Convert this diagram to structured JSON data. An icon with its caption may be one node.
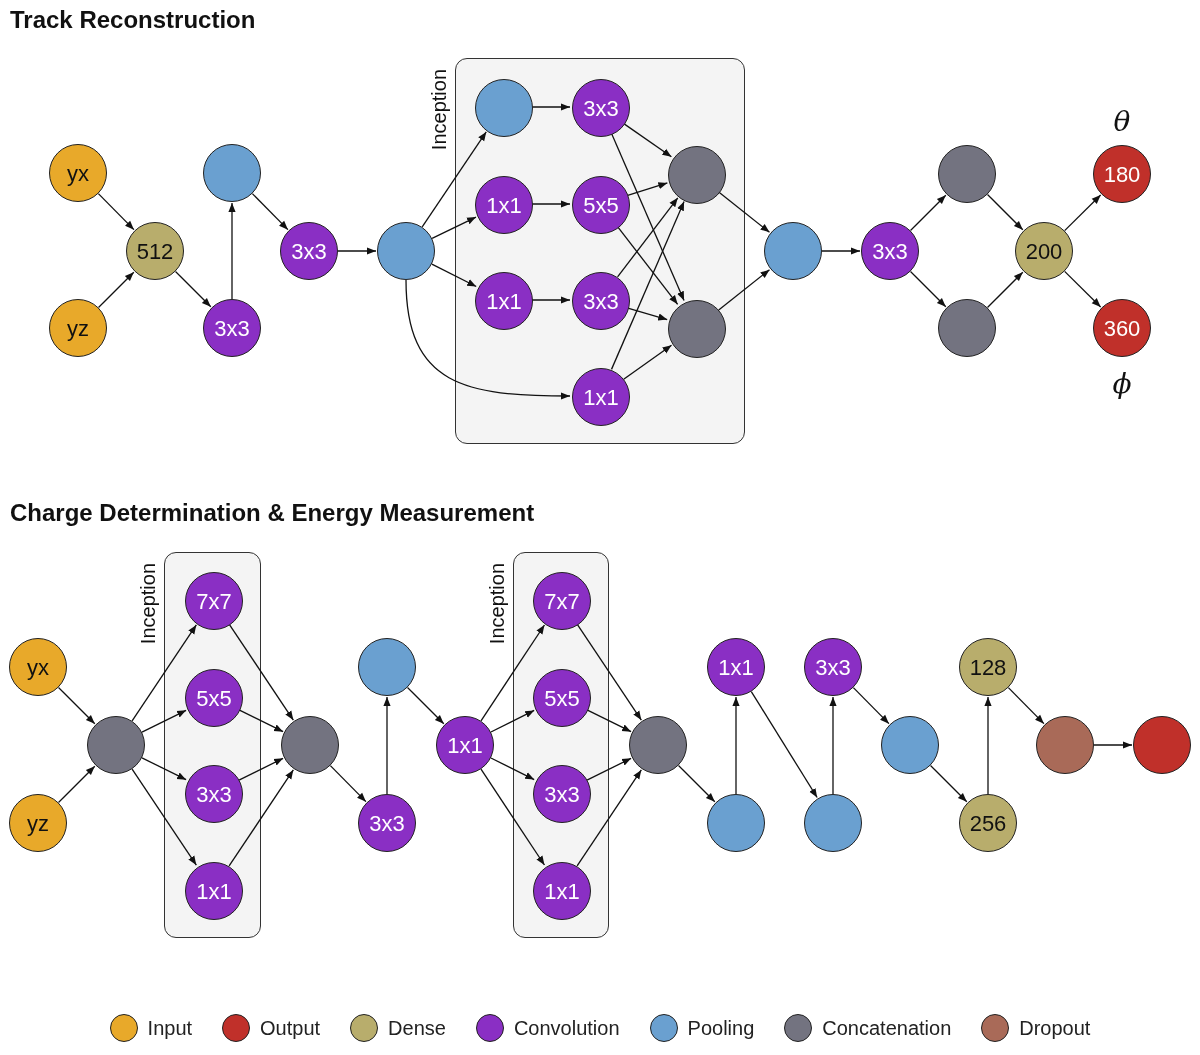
{
  "diagram": {
    "nodes": [
      {
        "text": [
          "yx"
        ]
      },
      {
        "text": [
          "yz"
        ]
      },
      {
        "text": [
          "512"
        ]
      },
      {
        "text": [],
        "shape": "circle"
      },
      {
        "text": [
          "3x3"
        ]
      },
      {
        "text": [
          "3x3"
        ]
      },
      {
        "text": [],
        "shape": "circle"
      },
      {
        "text": [
          "Inception"
        ]
      },
      {
        "text": [],
        "shape": "circle",
        "in": 7
      },
      {
        "text": [
          "3x3"
        ],
        "in": 7
      },
      {
        "text": [
          "1x1"
        ],
        "in": 7
      },
      {
        "text": [
          "5x5"
        ],
        "in": 7
      },
      {
        "text": [
          "1x1"
        ],
        "in": 7
      },
      {
        "text": [
          "3x3"
        ],
        "in": 7
      },
      {
        "text": [
          "1x1"
        ],
        "in": 7
      },
      {
        "text": [],
        "shape": "circle",
        "in": 7
      },
      {
        "text": [],
        "shape": "circle",
        "in": 7
      },
      {
        "text": [],
        "shape": "circle"
      },
      {
        "text": [
          "3x3"
        ]
      },
      {
        "text": [],
        "shape": "circle"
      },
      {
        "text": [],
        "shape": "circle"
      },
      {
        "text": [
          "200"
        ]
      },
      {
        "text": [
          "180"
        ],
        "beside": [
          "θ"
        ]
      },
      {
        "text": [
          "360"
        ],
        "beside": [
          "ϕ"
        ]
      },
      {
        "text": [
          "yx"
        ]
      },
      {
        "text": [
          "yz"
        ]
      },
      {
        "text": [],
        "shape": "circle"
      },
      {
        "text": [
          "Inception"
        ]
      },
      {
        "text": [
          "7x7"
        ],
        "in": 27
      },
      {
        "text": [
          "5x5"
        ],
        "in": 27
      },
      {
        "text": [
          "3x3"
        ],
        "in": 27
      },
      {
        "text": [
          "1x1"
        ],
        "in": 27
      },
      {
        "text": [],
        "shape": "circle"
      },
      {
        "text": [],
        "shape": "circle"
      },
      {
        "text": [
          "3x3"
        ]
      },
      {
        "text": [
          "1x1"
        ]
      },
      {
        "text": [
          "Inception"
        ]
      },
      {
        "text": [
          "7x7"
        ],
        "in": 36
      },
      {
        "text": [
          "5x5"
        ],
        "in": 36
      },
      {
        "text": [
          "3x3"
        ],
        "in": 36
      },
      {
        "text": [
          "1x1"
        ],
        "in": 36
      },
      {
        "text": [],
        "shape": "circle"
      },
      {
        "text": [],
        "shape": "circle"
      },
      {
        "text": [
          "1x1"
        ]
      },
      {
        "text": [],
        "shape": "circle"
      },
      {
        "text": [
          "3x3"
        ]
      },
      {
        "text": [],
        "shape": "circle"
      },
      {
        "text": [
          "256"
        ]
      },
      {
        "text": [
          "128"
        ]
      },
      {
        "text": [],
        "shape": "circle"
      },
      {
        "text": [],
        "shape": "circle"
      }
    ],
    "edges": [
      {
        "from": 0,
        "to": 2,
        "arrow": "to"
      },
      {
        "from": 1,
        "to": 2,
        "arrow": "to"
      },
      {
        "from": 2,
        "to": 4,
        "arrow": "to"
      },
      {
        "from": 4,
        "to": 3,
        "arrow": "to"
      },
      {
        "from": 3,
        "to": 5,
        "arrow": "to"
      },
      {
        "from": 5,
        "to": 6,
        "arrow": "to"
      },
      {
        "from": 6,
        "to": 8,
        "arrow": "to"
      },
      {
        "from": 6,
        "to": 10,
        "arrow": "to"
      },
      {
        "from": 6,
        "to": 12,
        "arrow": "to"
      },
      {
        "from": 6,
        "to": 14,
        "arrow": "to"
      },
      {
        "from": 8,
        "to": 9,
        "arrow": "to"
      },
      {
        "from": 10,
        "to": 11,
        "arrow": "to"
      },
      {
        "from": 12,
        "to": 13,
        "arrow": "to"
      },
      {
        "from": 9,
        "to": 15,
        "arrow": "to"
      },
      {
        "from": 9,
        "to": 16,
        "arrow": "to"
      },
      {
        "from": 11,
        "to": 15,
        "arrow": "to"
      },
      {
        "from": 11,
        "to": 16,
        "arrow": "to"
      },
      {
        "from": 13,
        "to": 15,
        "arrow": "to"
      },
      {
        "from": 13,
        "to": 16,
        "arrow": "to"
      },
      {
        "from": 14,
        "to": 15,
        "arrow": "to"
      },
      {
        "from": 14,
        "to": 16,
        "arrow": "to"
      },
      {
        "from": 15,
        "to": 17,
        "arrow": "to"
      },
      {
        "from": 16,
        "to": 17,
        "arrow": "to"
      },
      {
        "from": 17,
        "to": 18,
        "arrow": "to"
      },
      {
        "from": 18,
        "to": 19,
        "arrow": "to"
      },
      {
        "from": 18,
        "to": 20,
        "arrow": "to"
      },
      {
        "from": 19,
        "to": 21,
        "arrow": "to"
      },
      {
        "from": 20,
        "to": 21,
        "arrow": "to"
      },
      {
        "from": 21,
        "to": 22,
        "arrow": "to"
      },
      {
        "from": 21,
        "to": 23,
        "arrow": "to"
      },
      {
        "from": 24,
        "to": 26,
        "arrow": "to"
      },
      {
        "from": 25,
        "to": 26,
        "arrow": "to"
      },
      {
        "from": 26,
        "to": 28,
        "arrow": "to"
      },
      {
        "from": 26,
        "to": 29,
        "arrow": "to"
      },
      {
        "from": 26,
        "to": 30,
        "arrow": "to"
      },
      {
        "from": 26,
        "to": 31,
        "arrow": "to"
      },
      {
        "from": 28,
        "to": 32,
        "arrow": "to"
      },
      {
        "from": 29,
        "to": 32,
        "arrow": "to"
      },
      {
        "from": 30,
        "to": 32,
        "arrow": "to"
      },
      {
        "from": 31,
        "to": 32,
        "arrow": "to"
      },
      {
        "from": 32,
        "to": 34,
        "arrow": "to"
      },
      {
        "from": 34,
        "to": 33,
        "arrow": "to"
      },
      {
        "from": 33,
        "to": 35,
        "arrow": "to"
      },
      {
        "from": 35,
        "to": 37,
        "arrow": "to"
      },
      {
        "from": 35,
        "to": 38,
        "arrow": "to"
      },
      {
        "from": 35,
        "to": 39,
        "arrow": "to"
      },
      {
        "from": 35,
        "to": 40,
        "arrow": "to"
      },
      {
        "from": 37,
        "to": 41,
        "arrow": "to"
      },
      {
        "from": 38,
        "to": 41,
        "arrow": "to"
      },
      {
        "from": 39,
        "to": 41,
        "arrow": "to"
      },
      {
        "from": 40,
        "to": 41,
        "arrow": "to"
      },
      {
        "from": 41,
        "to": 42,
        "arrow": "to"
      },
      {
        "from": 42,
        "to": 43,
        "arrow": "to"
      },
      {
        "from": 43,
        "to": 44,
        "arrow": "to"
      },
      {
        "from": 44,
        "to": 45,
        "arrow": "to"
      },
      {
        "from": 45,
        "to": 46,
        "arrow": "to"
      },
      {
        "from": 46,
        "to": 47,
        "arrow": "to"
      },
      {
        "from": 47,
        "to": 48,
        "arrow": "to"
      },
      {
        "from": 48,
        "to": 49,
        "arrow": "to"
      },
      {
        "from": 49,
        "to": 50,
        "arrow": "to"
      }
    ],
    "labels": [
      "Track Reconstruction",
      "Charge Determination & Energy Measurement"
    ],
    "legend": [
      {
        "text": "Input",
        "color": "#e8a92a"
      },
      {
        "text": "Output",
        "color": "#c0302a"
      },
      {
        "text": "Dense",
        "color": "#b8ad6c"
      },
      {
        "text": "Convolution",
        "color": "#8a2fc4"
      },
      {
        "text": "Pooling",
        "color": "#6aa0d0"
      },
      {
        "text": "Concatenation",
        "color": "#737380"
      },
      {
        "text": "Dropout",
        "color": "#a96a58"
      }
    ]
  }
}
